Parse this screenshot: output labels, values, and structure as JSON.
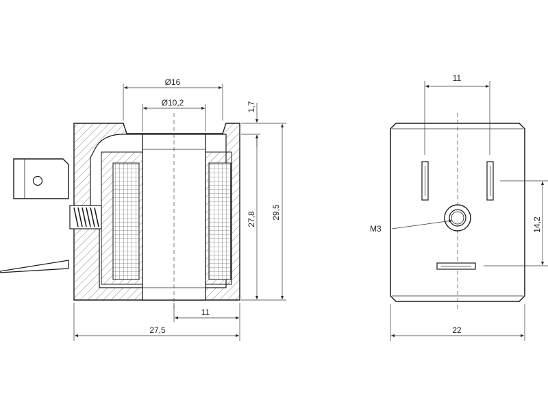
{
  "drawing": {
    "side_view": {
      "dims": {
        "outer_diameter": "Ø16",
        "inner_diameter": "Ø10,2",
        "top_offset": "1,7",
        "inner_height": "27,8",
        "total_height": "29,5",
        "half_width": "11",
        "total_width": "27,5"
      }
    },
    "front_view": {
      "dims": {
        "pin_spacing": "11",
        "thread_label": "M3",
        "vertical_offset": "14,2",
        "width": "22"
      }
    }
  }
}
